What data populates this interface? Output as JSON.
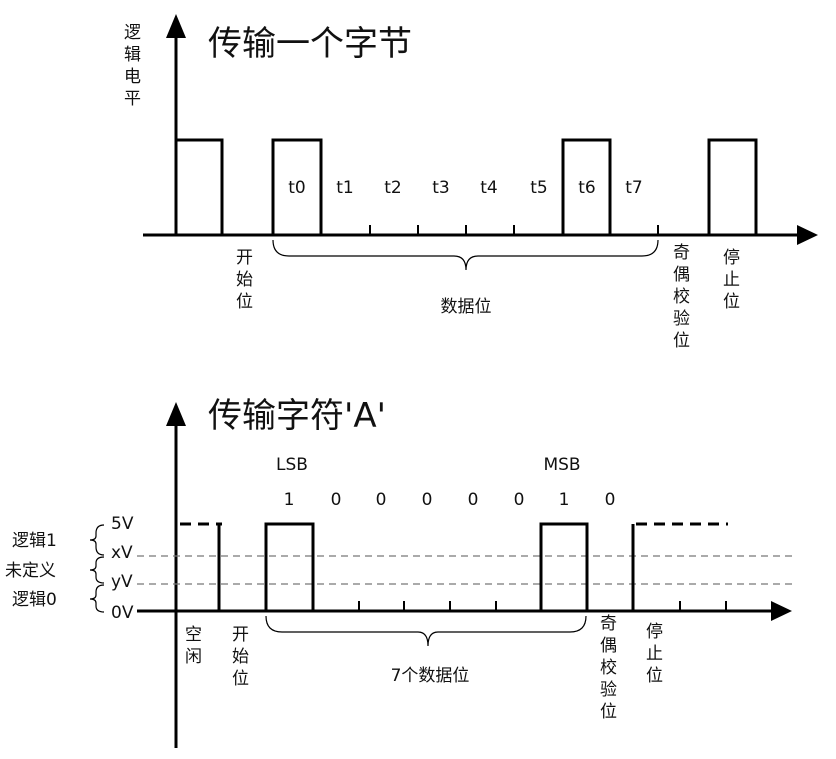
{
  "top": {
    "title": "传输一个字节",
    "y_axis_label": [
      "逻",
      "辑",
      "电",
      "平"
    ],
    "bits": [
      "t0",
      "t1",
      "t2",
      "t3",
      "t4",
      "t5",
      "t6",
      "t7"
    ],
    "start_bit": [
      "开",
      "始",
      "位"
    ],
    "data_bits": "数据位",
    "parity_bit": [
      "奇",
      "偶",
      "校",
      "验",
      "位"
    ],
    "stop_bit": [
      "停",
      "止",
      "位"
    ]
  },
  "bottom": {
    "title": "传输字符'A'",
    "lsb": "LSB",
    "msb": "MSB",
    "bit_values": [
      "1",
      "0",
      "0",
      "0",
      "0",
      "0",
      "1",
      "0"
    ],
    "levels": {
      "v5": "5V",
      "xv": "xV",
      "yv": "yV",
      "v0": "0V"
    },
    "regions": {
      "logic1": "逻辑1",
      "undefined": "未定义",
      "logic0": "逻辑0"
    },
    "idle": [
      "空",
      "闲"
    ],
    "start_bit": [
      "开",
      "始",
      "位"
    ],
    "data_bits": "7个数据位",
    "parity_bit": [
      "奇",
      "偶",
      "校",
      "验",
      "位"
    ],
    "stop_bit": [
      "停",
      "止",
      "位"
    ]
  }
}
